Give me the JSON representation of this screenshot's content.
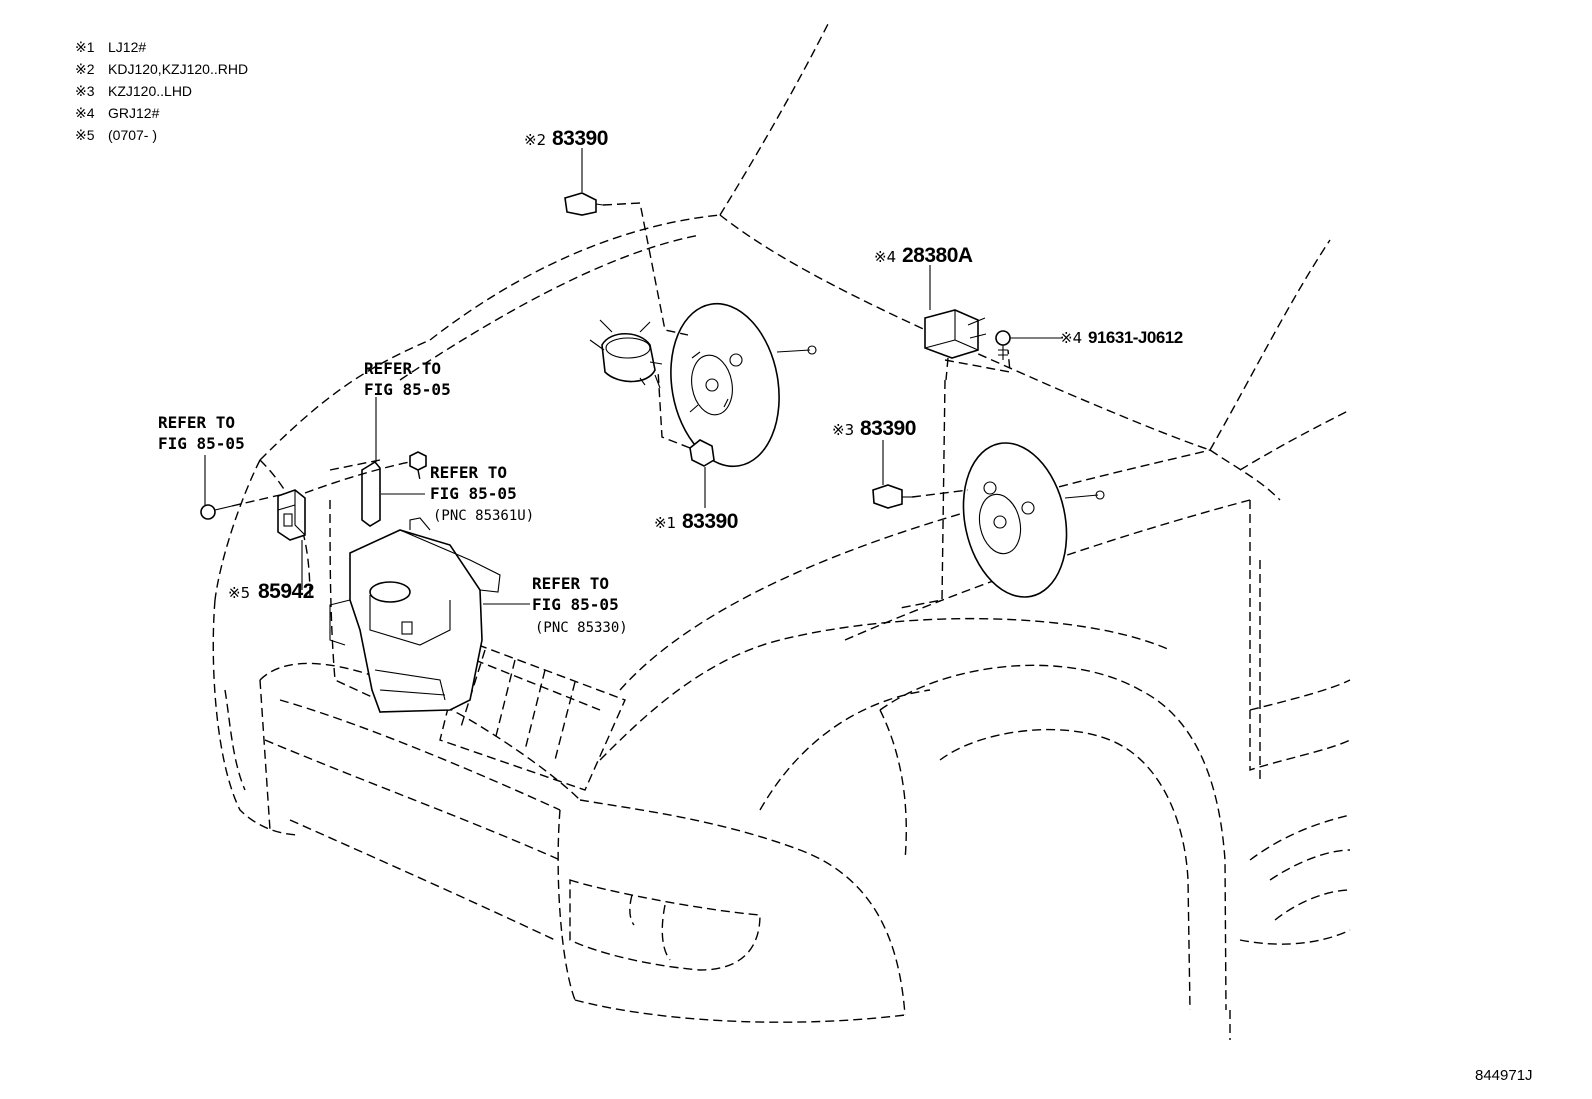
{
  "legend": [
    {
      "mark": "※1",
      "text": "LJ12#"
    },
    {
      "mark": "※2",
      "text": "KDJ120,KZJ120..RHD"
    },
    {
      "mark": "※3",
      "text": "KZJ120..LHD"
    },
    {
      "mark": "※4",
      "text": "GRJ12#"
    },
    {
      "mark": "※5",
      "text": "(0707-      )"
    }
  ],
  "callouts": {
    "c2": {
      "mark": "※2",
      "part": "83390"
    },
    "c4a": {
      "mark": "※4",
      "part": "28380A"
    },
    "c4b": {
      "mark": "※4",
      "part": "91631-J0612"
    },
    "c3": {
      "mark": "※3",
      "part": "83390"
    },
    "c1": {
      "mark": "※1",
      "part": "83390"
    },
    "c5": {
      "mark": "※5",
      "part": "85942"
    }
  },
  "refs": {
    "r_left": {
      "line1": "REFER TO",
      "line2": "FIG 85-05"
    },
    "r_upper": {
      "line1": "REFER TO",
      "line2": "FIG 85-05"
    },
    "r_mid": {
      "line1": "REFER TO",
      "line2": "FIG 85-05",
      "line3": "(PNC 85361U)"
    },
    "r_tank": {
      "line1": "REFER TO",
      "line2": "FIG 85-05",
      "line3": "(PNC 85330)"
    }
  },
  "illustration_id": "844971J"
}
